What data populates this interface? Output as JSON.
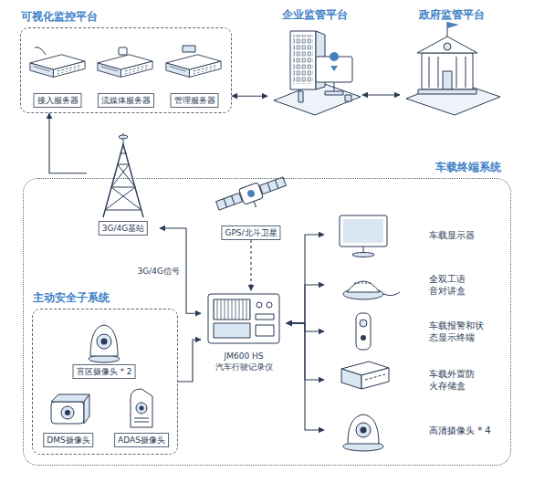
{
  "diagram": {
    "nodes": [
      {
        "text": [
          "可视化监控平台"
        ]
      },
      {
        "text": [
          "接入服务器"
        ],
        "in": 0
      },
      {
        "text": [
          "流媒体服务器"
        ],
        "in": 0
      },
      {
        "text": [
          "管理服务器"
        ],
        "in": 0
      },
      {
        "text": [
          "企业监管平台"
        ]
      },
      {
        "text": [
          "政府监管平台"
        ]
      },
      {
        "text": [
          "车载终端系统"
        ]
      },
      {
        "text": [
          "3G/4G基站"
        ],
        "in": 6
      },
      {
        "text": [
          "GPS/北斗卫星"
        ],
        "in": 6
      },
      {
        "text": [
          "主动安全子系统"
        ],
        "in": 6
      },
      {
        "text": [
          "盲区摄像头 * 2"
        ],
        "in": 9
      },
      {
        "text": [
          "DMS摄像头"
        ],
        "in": 9
      },
      {
        "text": [
          "ADAS摄像头"
        ],
        "in": 9
      },
      {
        "text": [
          "JM600 HS 汽车行驶记录仪"
        ],
        "in": 6
      },
      {
        "text": [
          "车载显示器"
        ],
        "in": 6
      },
      {
        "text": [
          "全双工语 音对讲盒"
        ],
        "in": 6
      },
      {
        "text": [
          "车载报警和状 态显示终端"
        ],
        "in": 6
      },
      {
        "text": [
          "车载外置防 火存储盒"
        ],
        "in": 6
      },
      {
        "text": [
          "高清摄像头 * 4"
        ],
        "in": 6
      }
    ],
    "edges": [
      {
        "from": 0,
        "to": 4,
        "arrow": "both"
      },
      {
        "from": 4,
        "to": 5,
        "arrow": "both"
      },
      {
        "from": 7,
        "to": 0,
        "arrow": "to"
      },
      {
        "from": 7,
        "to": 13,
        "label": "3G/4G信号",
        "arrow": "both"
      },
      {
        "from": 8,
        "to": 13,
        "arrow": "to"
      },
      {
        "from": 9,
        "to": 13,
        "arrow": "to"
      },
      {
        "from": 13,
        "to": 14,
        "arrow": "both"
      },
      {
        "from": 13,
        "to": 15,
        "arrow": "both"
      },
      {
        "from": 13,
        "to": 16,
        "arrow": "both"
      },
      {
        "from": 13,
        "to": 17,
        "arrow": "both"
      },
      {
        "from": 13,
        "to": 18,
        "arrow": "both"
      }
    ]
  }
}
